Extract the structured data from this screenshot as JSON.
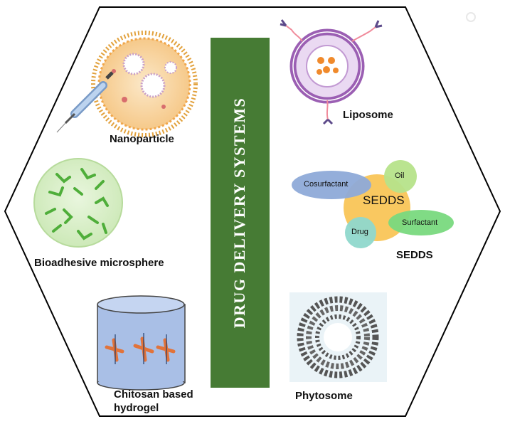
{
  "banner": {
    "title": "DRUG DELIVERY SYSTEMS",
    "color": "#467b34"
  },
  "labels": {
    "nanoparticle": "Nanoparticle",
    "liposome": "Liposome",
    "bioadhesive": "Bioadhesive microsphere",
    "sedds_caption": "SEDDS",
    "chitosan_line1": "Chitosan based",
    "chitosan_line2": "hydrogel",
    "phytosome": "Phytosome"
  },
  "sedds": {
    "center": "SEDDS",
    "cosurfactant": "Cosurfactant",
    "oil": "Oil",
    "surfactant": "Surfactant",
    "drug": "Drug"
  },
  "colors": {
    "hexagon_stroke": "#000000",
    "sedds_center": "#f8c24f",
    "cosurfactant": "#8eaad8",
    "oil": "#b6e38a",
    "surfactant": "#79d97e",
    "drug": "#8fd8cc",
    "liposome_membrane": "#9b5fb3",
    "hydrogel": "#a9bfe6"
  }
}
